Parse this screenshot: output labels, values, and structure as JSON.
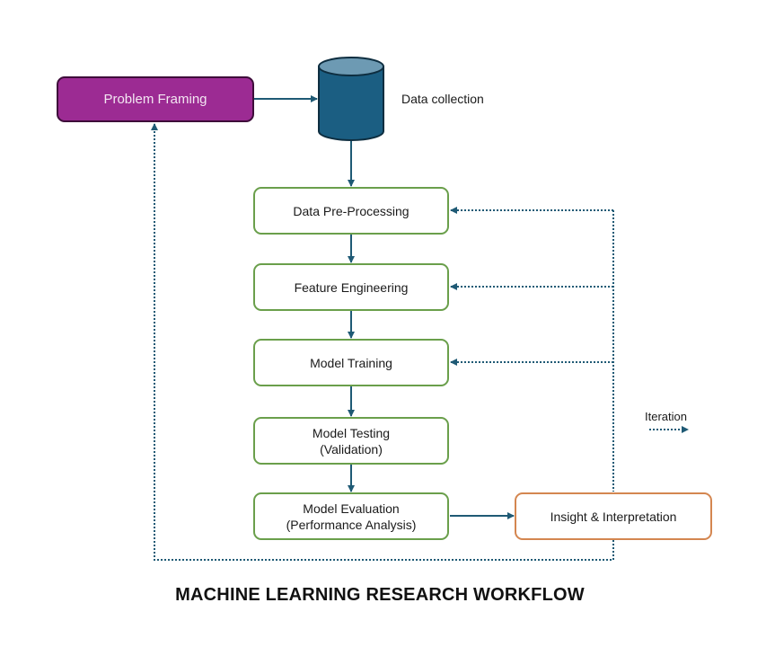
{
  "title": "MACHINE LEARNING RESEARCH WORKFLOW",
  "colors": {
    "arrow": "#1f5a75",
    "process_border": "#6a9f4b",
    "insight_border": "#d48650",
    "problem_fill": "#9c2b93",
    "problem_border": "#3e0d3a",
    "database_fill": "#1b5e82",
    "database_top": "#6d9ab3"
  },
  "nodes": {
    "problem_framing": {
      "label": "Problem Framing"
    },
    "data_collection": {
      "label": "Data collection",
      "icon": "database-cylinder-icon"
    },
    "preprocessing": {
      "label": "Data Pre-Processing"
    },
    "feature_engineering": {
      "label": "Feature Engineering"
    },
    "model_training": {
      "label": "Model Training"
    },
    "model_testing": {
      "line1": "Model Testing",
      "line2": "(Validation)"
    },
    "model_evaluation": {
      "line1": "Model Evaluation",
      "line2": "(Performance Analysis)"
    },
    "insight": {
      "label": "Insight & Interpretation"
    }
  },
  "edges": [
    {
      "from": "Problem Framing",
      "to": "Data collection",
      "style": "solid"
    },
    {
      "from": "Data collection",
      "to": "Data Pre-Processing",
      "style": "solid"
    },
    {
      "from": "Data Pre-Processing",
      "to": "Feature Engineering",
      "style": "solid"
    },
    {
      "from": "Feature Engineering",
      "to": "Model Training",
      "style": "solid"
    },
    {
      "from": "Model Training",
      "to": "Model Testing (Validation)",
      "style": "solid"
    },
    {
      "from": "Model Testing (Validation)",
      "to": "Model Evaluation (Performance Analysis)",
      "style": "solid"
    },
    {
      "from": "Model Evaluation (Performance Analysis)",
      "to": "Insight & Interpretation",
      "style": "solid"
    },
    {
      "from": "Insight & Interpretation",
      "to": "Data Pre-Processing",
      "style": "dotted"
    },
    {
      "from": "Insight & Interpretation",
      "to": "Feature Engineering",
      "style": "dotted"
    },
    {
      "from": "Insight & Interpretation",
      "to": "Model Training",
      "style": "dotted"
    },
    {
      "from": "Insight & Interpretation",
      "to": "Problem Framing",
      "style": "dotted"
    }
  ],
  "legend": {
    "label": "Iteration",
    "style": "dotted"
  }
}
